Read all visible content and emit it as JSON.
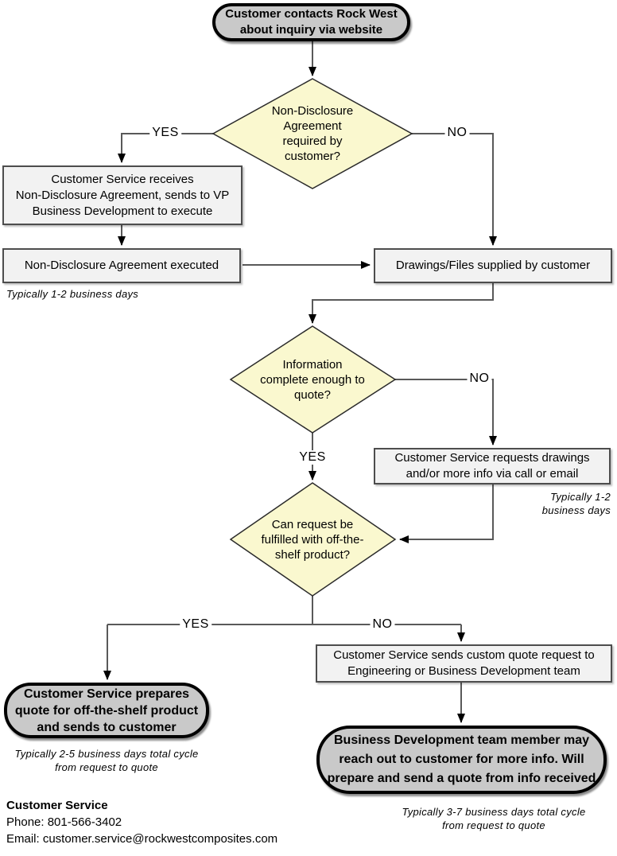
{
  "title": "Rock West customer quote process flowchart",
  "colors": {
    "terminator_fill": "#c9c9c9",
    "terminator_border": "#000000",
    "process_fill": "#f2f2f2",
    "process_border": "#4d4d4d",
    "decision_fill": "#faf8cf",
    "decision_border": "#2b2b2b",
    "connector_line": "#595959",
    "arrowhead": "#000000"
  },
  "nodes": {
    "start": "Customer contacts Rock West\nabout inquiry via website",
    "decision_nda": "Non-Disclosure\nAgreement\nrequired by\ncustomer?",
    "nda_receive": "Customer Service receives\nNon-Disclosure Agreement, sends to VP\nBusiness Development to execute",
    "nda_executed": "Non-Disclosure Agreement executed",
    "drawings_supplied": "Drawings/Files supplied by customer",
    "decision_info": "Information\ncomplete enough to\nquote?",
    "request_info": "Customer Service requests drawings\nand/or more info via call or email",
    "decision_offshelf": "Can request be\nfulfilled with off-the-\nshelf product?",
    "prepare_quote": "Customer Service prepares\nquote for off-the-shelf product\nand sends to customer",
    "custom_quote": "Customer Service sends custom quote request to\nEngineering or Business Development team",
    "bd_outreach": "Business Development team member may\nreach out to customer for more info. Will\nprepare and send a quote from info received"
  },
  "notes": {
    "nda_days": "Typically 1-2 business days",
    "request_days": "Typically 1-2\nbusiness days",
    "offshelf_days": "Typically 2-5 business days total cycle\nfrom request to quote",
    "custom_days": "Typically 3-7 business days total cycle\nfrom request to quote"
  },
  "branch_labels": {
    "nda_yes": "YES",
    "nda_no": "NO",
    "info_no": "NO",
    "info_yes": "YES",
    "offshelf_yes": "YES",
    "offshelf_no": "NO"
  },
  "contact": {
    "title": "Customer Service",
    "phone": "Phone: 801-566-3402",
    "email": "Email: customer.service@rockwestcomposites.com"
  }
}
